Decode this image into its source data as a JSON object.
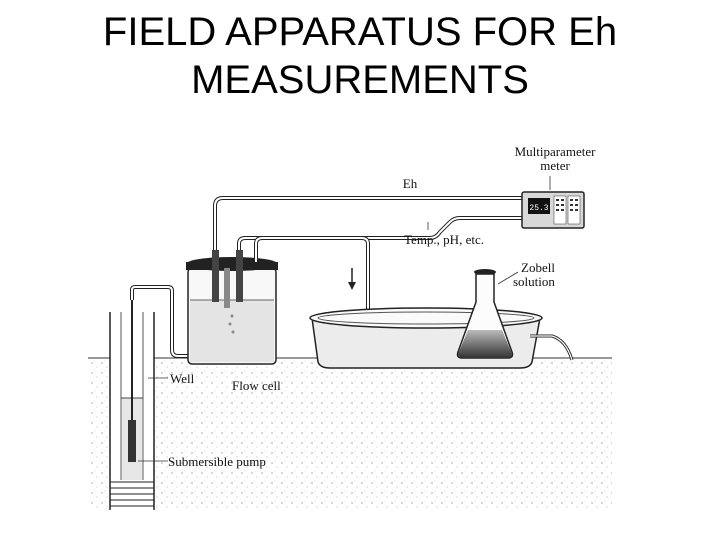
{
  "title": {
    "line1": "FIELD APPARATUS FOR Eh",
    "line2": "MEASUREMENTS"
  },
  "labels": {
    "meter_line1": "Multiparameter",
    "meter_line2": "meter",
    "eh": "Eh",
    "temp": "Temp., pH, etc.",
    "zobell_line1": "Zobell",
    "zobell_line2": "solution",
    "well": "Well",
    "flow_cell": "Flow cell",
    "pump": "Submersible pump",
    "meter_display": "25.3"
  }
}
